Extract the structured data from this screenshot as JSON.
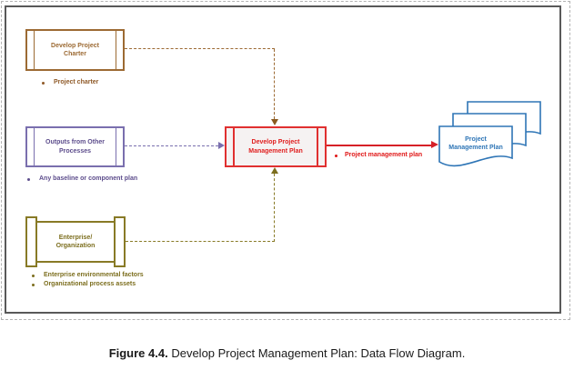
{
  "figure": {
    "caption_label": "Figure 4.4.",
    "caption_text": " Develop Project Management Plan: Data Flow Diagram."
  },
  "diagram": {
    "charter_box": {
      "line1": "Develop Project",
      "line2": "Charter"
    },
    "charter_bullets": [
      "Project charter"
    ],
    "outputs_box": {
      "line1": "Outputs from Other",
      "line2": "Processes"
    },
    "outputs_bullets": [
      "Any baseline or component plan"
    ],
    "enterprise_box": {
      "line1": "Enterprise/",
      "line2": "Organization"
    },
    "enterprise_bullets": [
      "Enterprise environmental factors",
      "Organizational process assets"
    ],
    "center_box": {
      "line1": "Develop Project",
      "line2": "Management Plan"
    },
    "output_doc": {
      "line1": "Project",
      "line2": "Management Plan"
    },
    "flow_label": "Project management plan"
  },
  "colors": {
    "charter_brown": "#9c6a33",
    "outputs_purple": "#7a6fae",
    "enterprise_olive": "#887a26",
    "process_red": "#e03030",
    "document_blue": "#2e75b6",
    "frame_gray": "#595959"
  }
}
